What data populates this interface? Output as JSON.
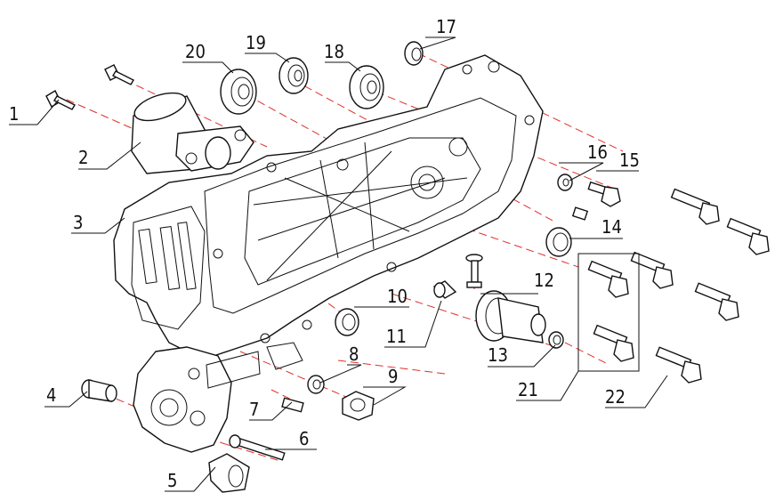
{
  "colors": {
    "line": "#111111",
    "centerline": "#e0302a",
    "background": "#ffffff"
  },
  "callouts": {
    "c1": "1",
    "c2": "2",
    "c3": "3",
    "c4": "4",
    "c5": "5",
    "c6": "6",
    "c7": "7",
    "c8": "8",
    "c9": "9",
    "c10": "10",
    "c11": "11",
    "c12": "12",
    "c13": "13",
    "c14": "14",
    "c15": "15",
    "c16": "16",
    "c17": "17",
    "c18": "18",
    "c19": "19",
    "c20": "20",
    "c21": "21",
    "c22": "22"
  }
}
